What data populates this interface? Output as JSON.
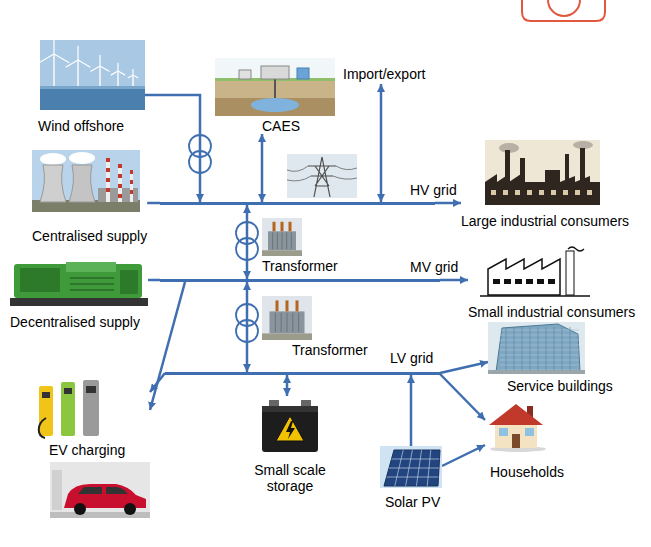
{
  "diagram": {
    "nodes": [
      {
        "text": [
          "Wind offshore"
        ]
      },
      {
        "text": [
          "CAES"
        ]
      },
      {
        "text": [
          "Import/export"
        ]
      },
      {
        "text": [
          "Centralised supply"
        ]
      },
      {
        "text": [
          "HV grid"
        ]
      },
      {
        "text": [
          "Large industrial consumers"
        ]
      },
      {
        "text": [
          "Transformer"
        ]
      },
      {
        "text": [
          "MV grid"
        ]
      },
      {
        "text": [
          "Small industrial consumers"
        ]
      },
      {
        "text": [
          "Decentralised supply"
        ]
      },
      {
        "text": [
          "Transformer"
        ]
      },
      {
        "text": [
          "LV grid"
        ]
      },
      {
        "text": [
          "Service buildings"
        ]
      },
      {
        "text": [
          "Households"
        ]
      },
      {
        "text": [
          "EV charging"
        ]
      },
      {
        "text": [
          "Small scale storage"
        ]
      },
      {
        "text": [
          "Solar PV"
        ]
      }
    ],
    "edges": [
      {
        "from": 0,
        "to": 4,
        "arrow": "to"
      },
      {
        "from": 1,
        "to": 4,
        "arrow": "both"
      },
      {
        "from": 2,
        "to": 4,
        "arrow": "both"
      },
      {
        "from": 3,
        "to": 4,
        "arrow": "none"
      },
      {
        "from": 4,
        "to": 5,
        "arrow": "to"
      },
      {
        "from": 4,
        "to": 7,
        "arrow": "both"
      },
      {
        "from": 9,
        "to": 7,
        "arrow": "none"
      },
      {
        "from": 7,
        "to": 8,
        "arrow": "to"
      },
      {
        "from": 7,
        "to": 14,
        "arrow": "to"
      },
      {
        "from": 7,
        "to": 11,
        "arrow": "both"
      },
      {
        "from": 11,
        "to": 12,
        "arrow": "to"
      },
      {
        "from": 11,
        "to": 13,
        "arrow": "to"
      },
      {
        "from": 11,
        "to": 14,
        "arrow": "to"
      },
      {
        "from": 11,
        "to": 15,
        "arrow": "both"
      },
      {
        "from": 16,
        "to": 11,
        "arrow": "to"
      },
      {
        "from": 16,
        "to": 13,
        "arrow": "to"
      }
    ]
  }
}
